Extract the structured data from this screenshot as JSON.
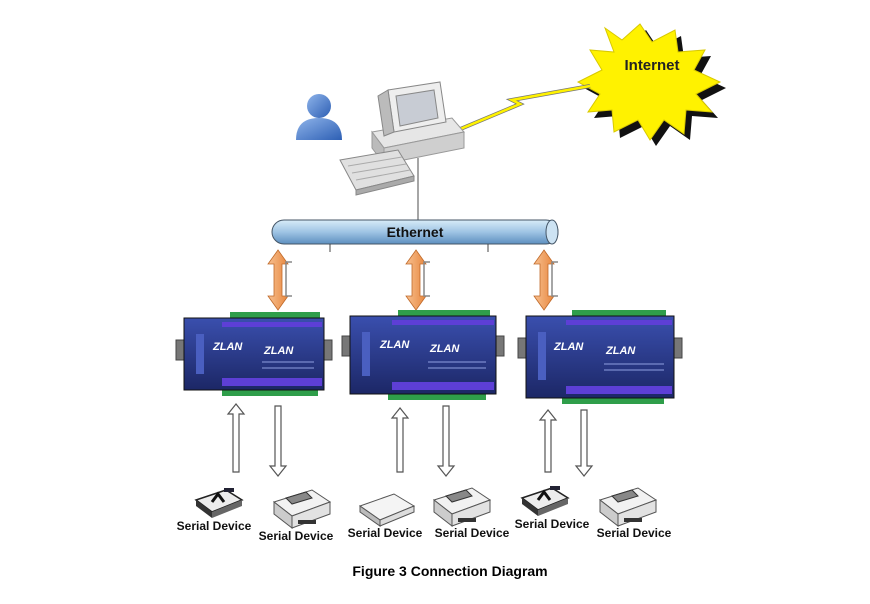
{
  "internet": {
    "label": "Internet"
  },
  "ethernet": {
    "label": "Ethernet"
  },
  "servers": [
    {
      "logo": "ZLAN",
      "brand": "ZLAN"
    },
    {
      "logo": "ZLAN",
      "brand": "ZLAN"
    },
    {
      "logo": "ZLAN",
      "brand": "ZLAN"
    }
  ],
  "serial_devices": [
    {
      "label": "Serial Device",
      "icon": "card-reader-icon"
    },
    {
      "label": "Serial Device",
      "icon": "printer-icon"
    },
    {
      "label": "Serial Device",
      "icon": "scanner-icon"
    },
    {
      "label": "Serial Device",
      "icon": "printer-icon"
    },
    {
      "label": "Serial Device",
      "icon": "card-reader-icon"
    },
    {
      "label": "Serial Device",
      "icon": "printer-icon"
    }
  ],
  "caption": "Figure 3 Connection Diagram",
  "colors": {
    "ethernet_tube": "#9fc4e4",
    "internet_burst": "#fff200",
    "device_body": "#2a3a8c",
    "arrow_orange": "#f0a060"
  }
}
